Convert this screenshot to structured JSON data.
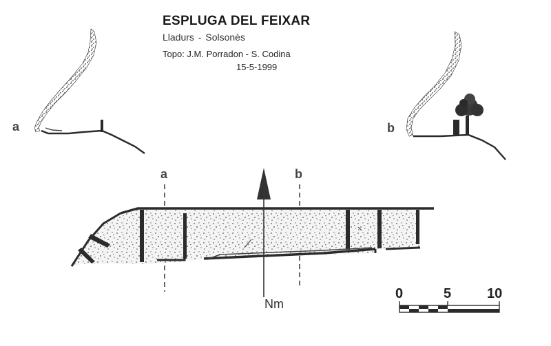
{
  "header": {
    "title": "ESPLUGA DEL FEIXAR",
    "subtitle": "Lladurs  -  Solsonès",
    "credit": "Topo: J.M. Porradon - S. Codina",
    "date": "15-5-1999"
  },
  "sections": {
    "a_label": "a",
    "b_label": "b"
  },
  "plan": {
    "section_a_label": "a",
    "section_b_label": "b",
    "north_label": "Nm"
  },
  "scale_bar": {
    "ticks": [
      "0",
      "5",
      "10"
    ]
  }
}
